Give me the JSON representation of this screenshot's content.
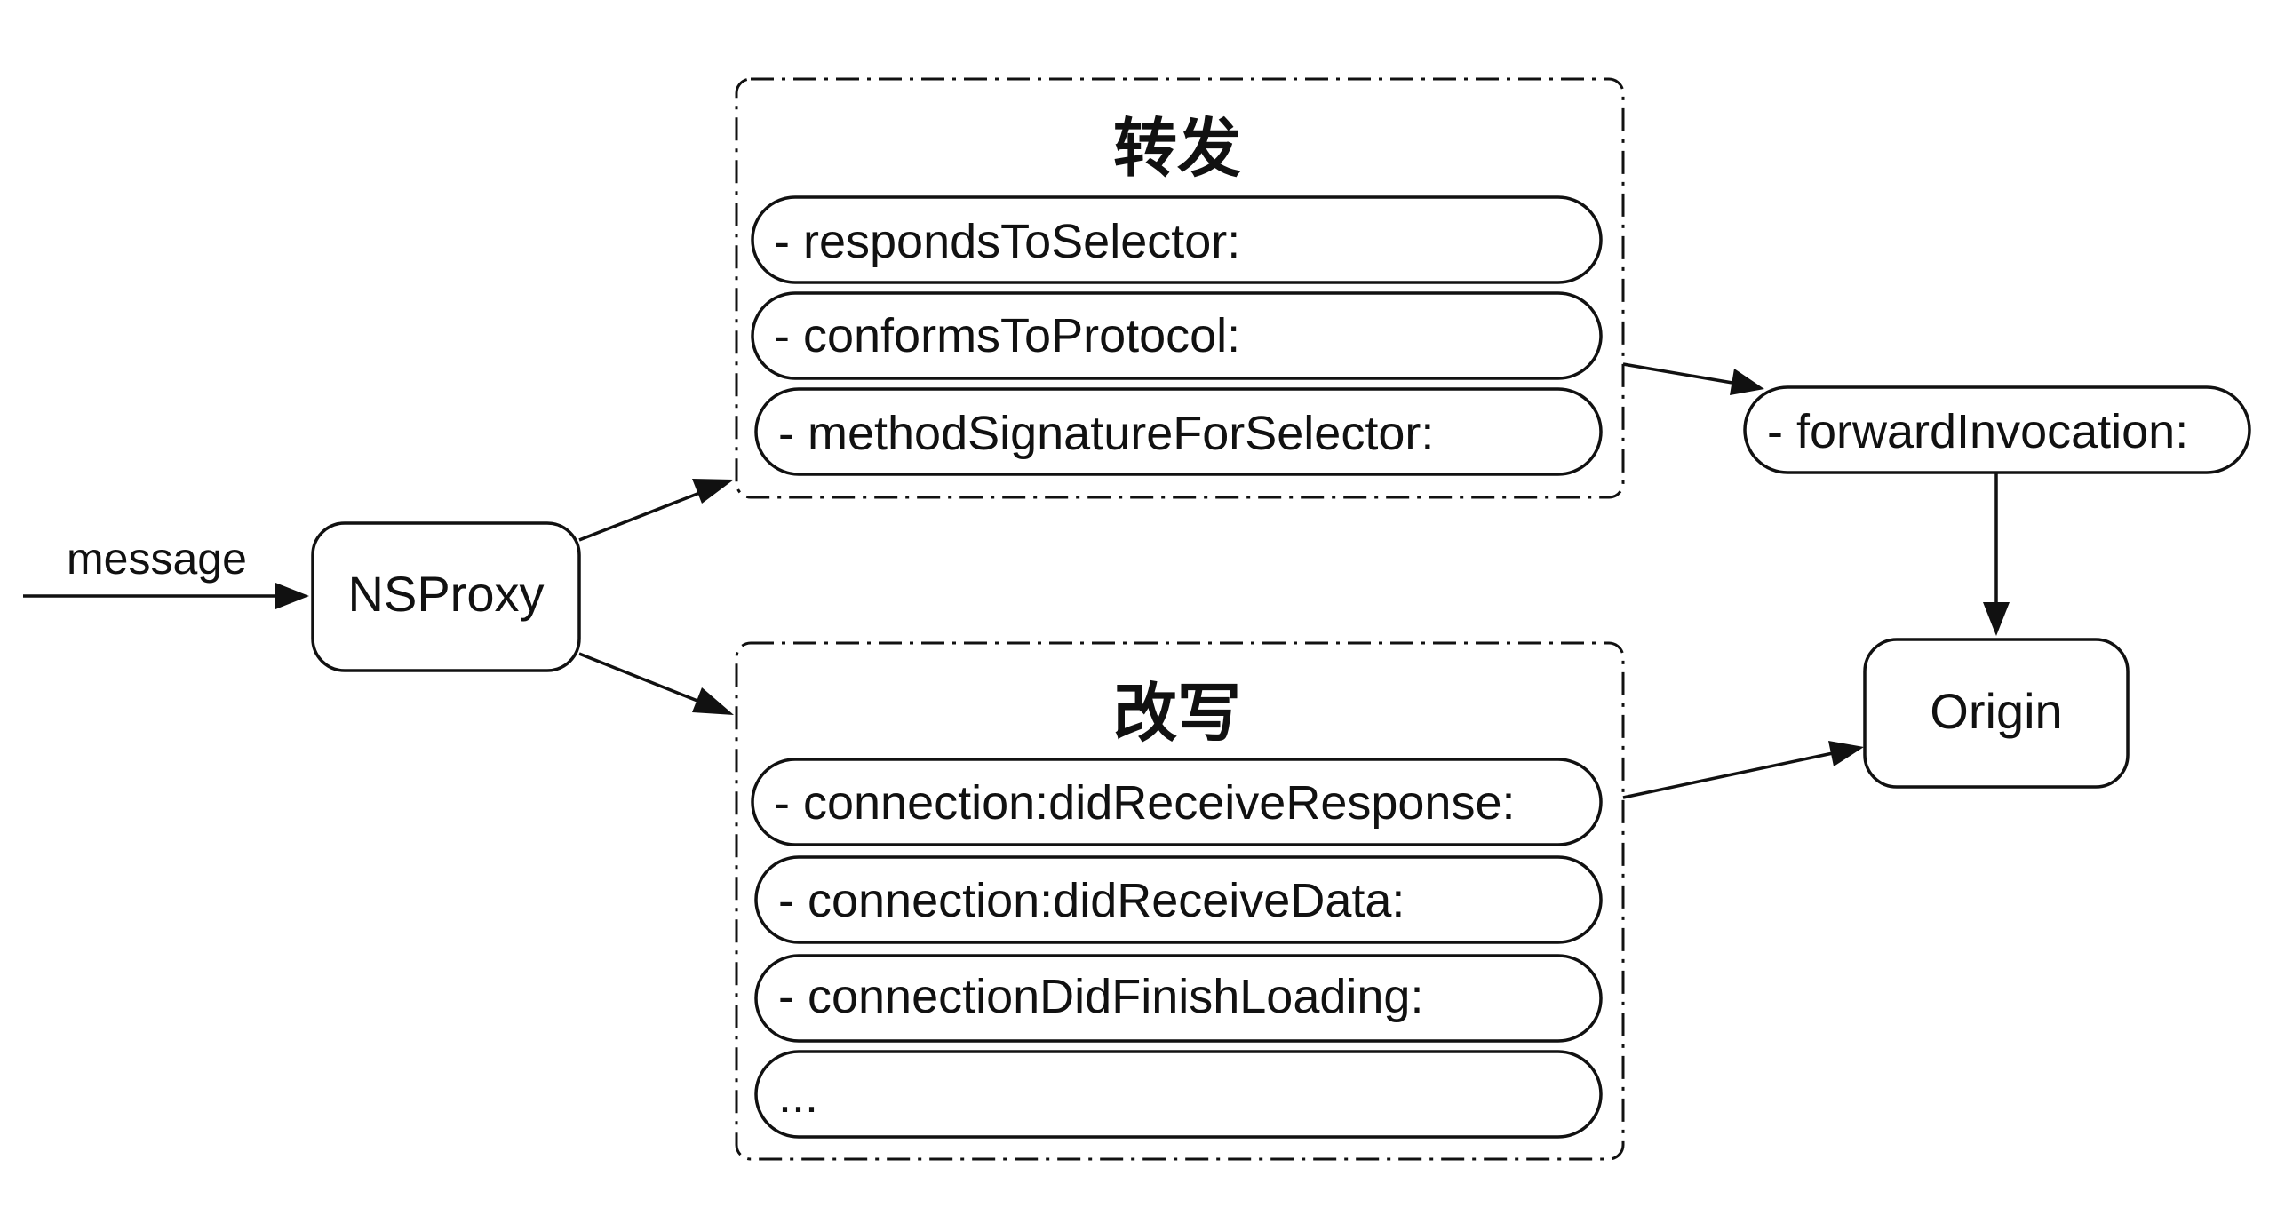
{
  "diagram": {
    "message_label": "message",
    "nsproxy_label": "NSProxy",
    "origin_label": "Origin",
    "forward_invocation_label": "- forwardInvocation:",
    "forward_group": {
      "title": "转发",
      "methods": [
        "- respondsToSelector:",
        "- conformsToProtocol:",
        "- methodSignatureForSelector:"
      ]
    },
    "rewrite_group": {
      "title": "改写",
      "methods": [
        "- connection:didReceiveResponse:",
        "- connection:didReceiveData:",
        "- connectionDidFinishLoading:",
        "..."
      ]
    }
  }
}
